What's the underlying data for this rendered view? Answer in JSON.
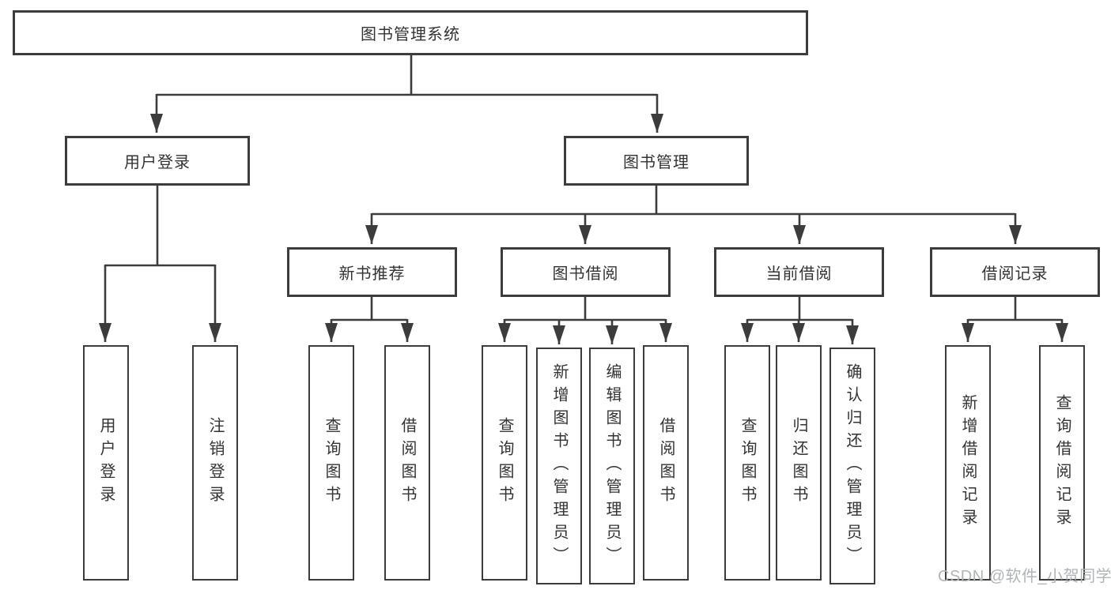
{
  "diagram": {
    "root": "图书管理系统",
    "login": {
      "label": "用户登录",
      "children": [
        "用户登录",
        "注销登录"
      ]
    },
    "management": {
      "label": "图书管理",
      "modules": [
        {
          "label": "新书推荐",
          "children": [
            "查询图书",
            "借阅图书"
          ]
        },
        {
          "label": "图书借阅",
          "children": [
            "查询图书",
            "新增图书（管理员）",
            "编辑图书（管理员）",
            "借阅图书"
          ]
        },
        {
          "label": "当前借阅",
          "children": [
            "查询图书",
            "归还图书",
            "确认归还（管理员）"
          ]
        },
        {
          "label": "借阅记录",
          "children": [
            "新增借阅记录",
            "查询借阅记录"
          ]
        }
      ]
    }
  },
  "watermark": "CSDN @软件_小贺同学",
  "colors": {
    "line": "#3c3c3c",
    "text": "#333333",
    "watermark": "#b0b4b6",
    "background": "#ffffff"
  }
}
